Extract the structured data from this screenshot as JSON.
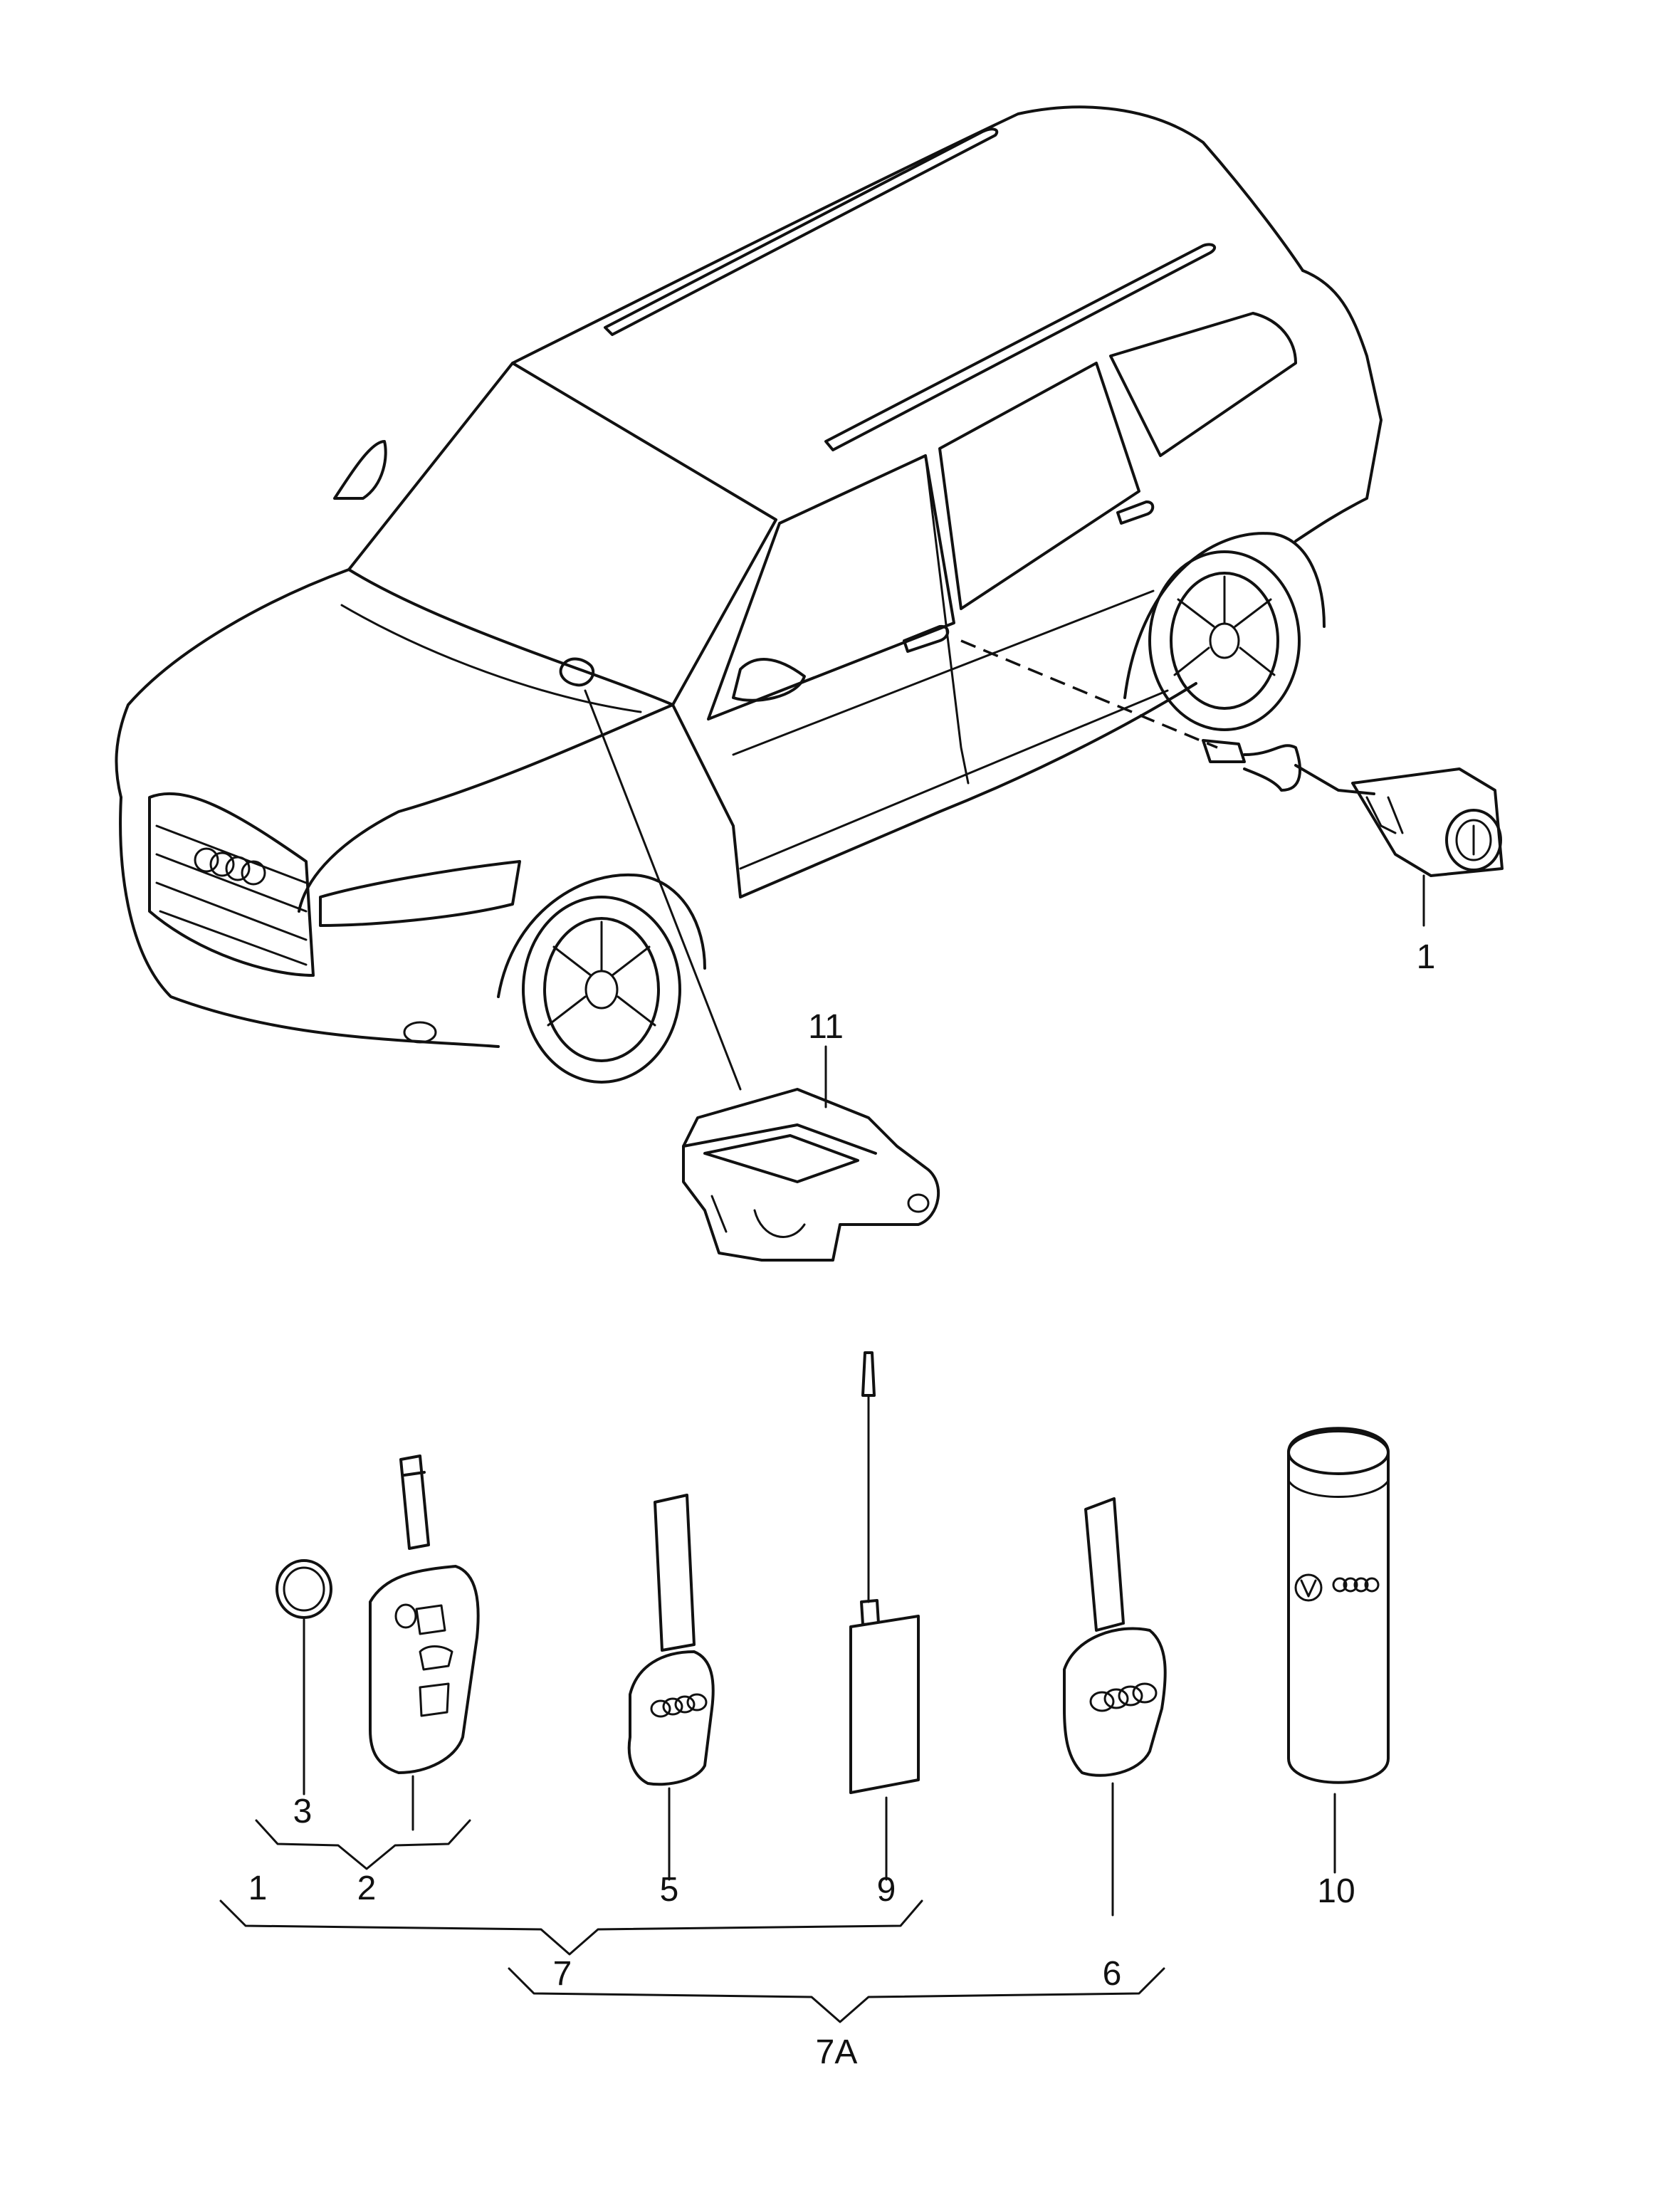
{
  "callouts": {
    "c1_lock": "1",
    "c11_module": "11",
    "c3_battery": "3",
    "c2_flipkey": "2",
    "c1_left": "1",
    "c5_key": "5",
    "c9_transponder": "9",
    "c7_group": "7",
    "c6_key": "6",
    "c7a_group": "7A",
    "c10_container": "10"
  }
}
